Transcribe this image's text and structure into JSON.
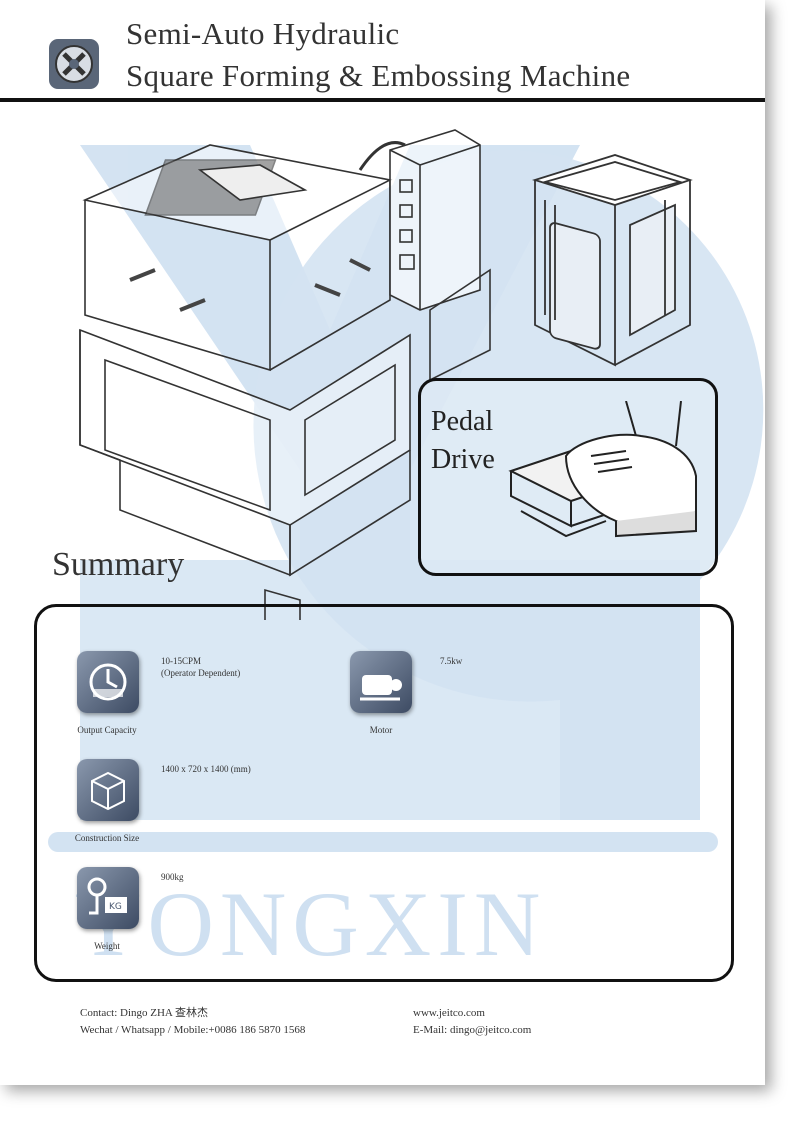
{
  "header": {
    "title_line1": "Semi-Auto Hydraulic",
    "title_line2": "Square Forming & Embossing Machine"
  },
  "pedal": {
    "label_line1": "Pedal",
    "label_line2": "Drive"
  },
  "summary": {
    "title": "Summary",
    "items": [
      {
        "label": "Output Capacity",
        "value_line1": "10-15CPM",
        "value_line2": "(Operator Dependent)",
        "icon": "capacity-icon"
      },
      {
        "label": "Motor",
        "value_line1": "7.5kw",
        "value_line2": "",
        "icon": "motor-icon"
      },
      {
        "label": "Construction Size",
        "value_line1": "1400 x 720 x 1400 (mm)",
        "value_line2": "",
        "icon": "cube-icon"
      },
      {
        "label": "Weight",
        "value_line1": "900kg",
        "value_line2": "",
        "icon": "scale-icon"
      }
    ]
  },
  "watermark": {
    "text": "YONGXIN",
    "color": "#cfe0f1"
  },
  "footer": {
    "contact": "Contact: Dingo ZHA 查林杰",
    "phone": "Wechat / Whatsapp / Mobile:+0086 186 5870 1568",
    "website": "www.jeitco.com",
    "email": "E-Mail: dingo@jeitco.com"
  },
  "colors": {
    "accent": "#111111",
    "watermark": "#cfe0f1",
    "icon_bg": "#4a5870"
  }
}
